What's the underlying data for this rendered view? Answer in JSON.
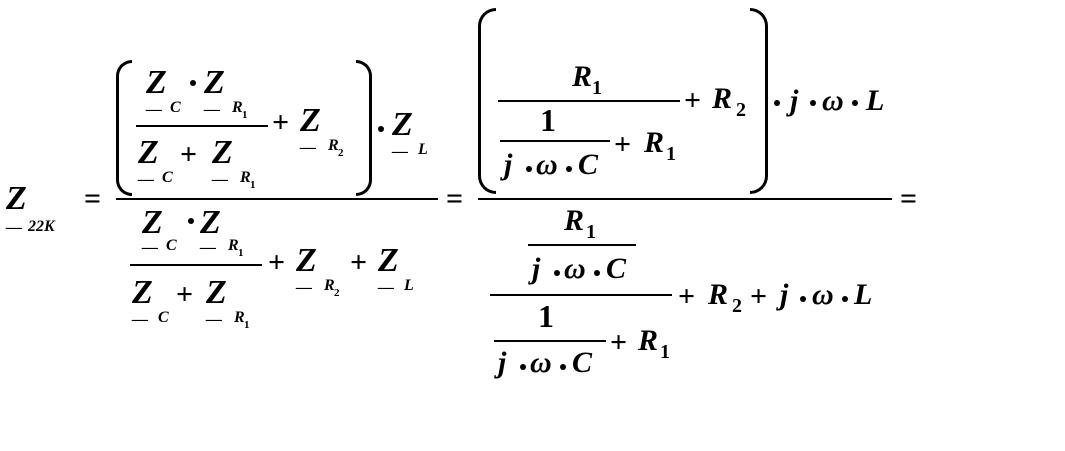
{
  "formula": {
    "var_Z": "Z",
    "var_R": "R",
    "var_j": "j",
    "var_omega": "ω",
    "var_C": "C",
    "var_L": "L",
    "digit_1": "1",
    "sub_1": "1",
    "sub_2": "2",
    "sub_R": "R",
    "sub_22K": "22K",
    "sub_prefix": "––",
    "plus": "+",
    "equals": "=",
    "mul_dot": "·"
  }
}
